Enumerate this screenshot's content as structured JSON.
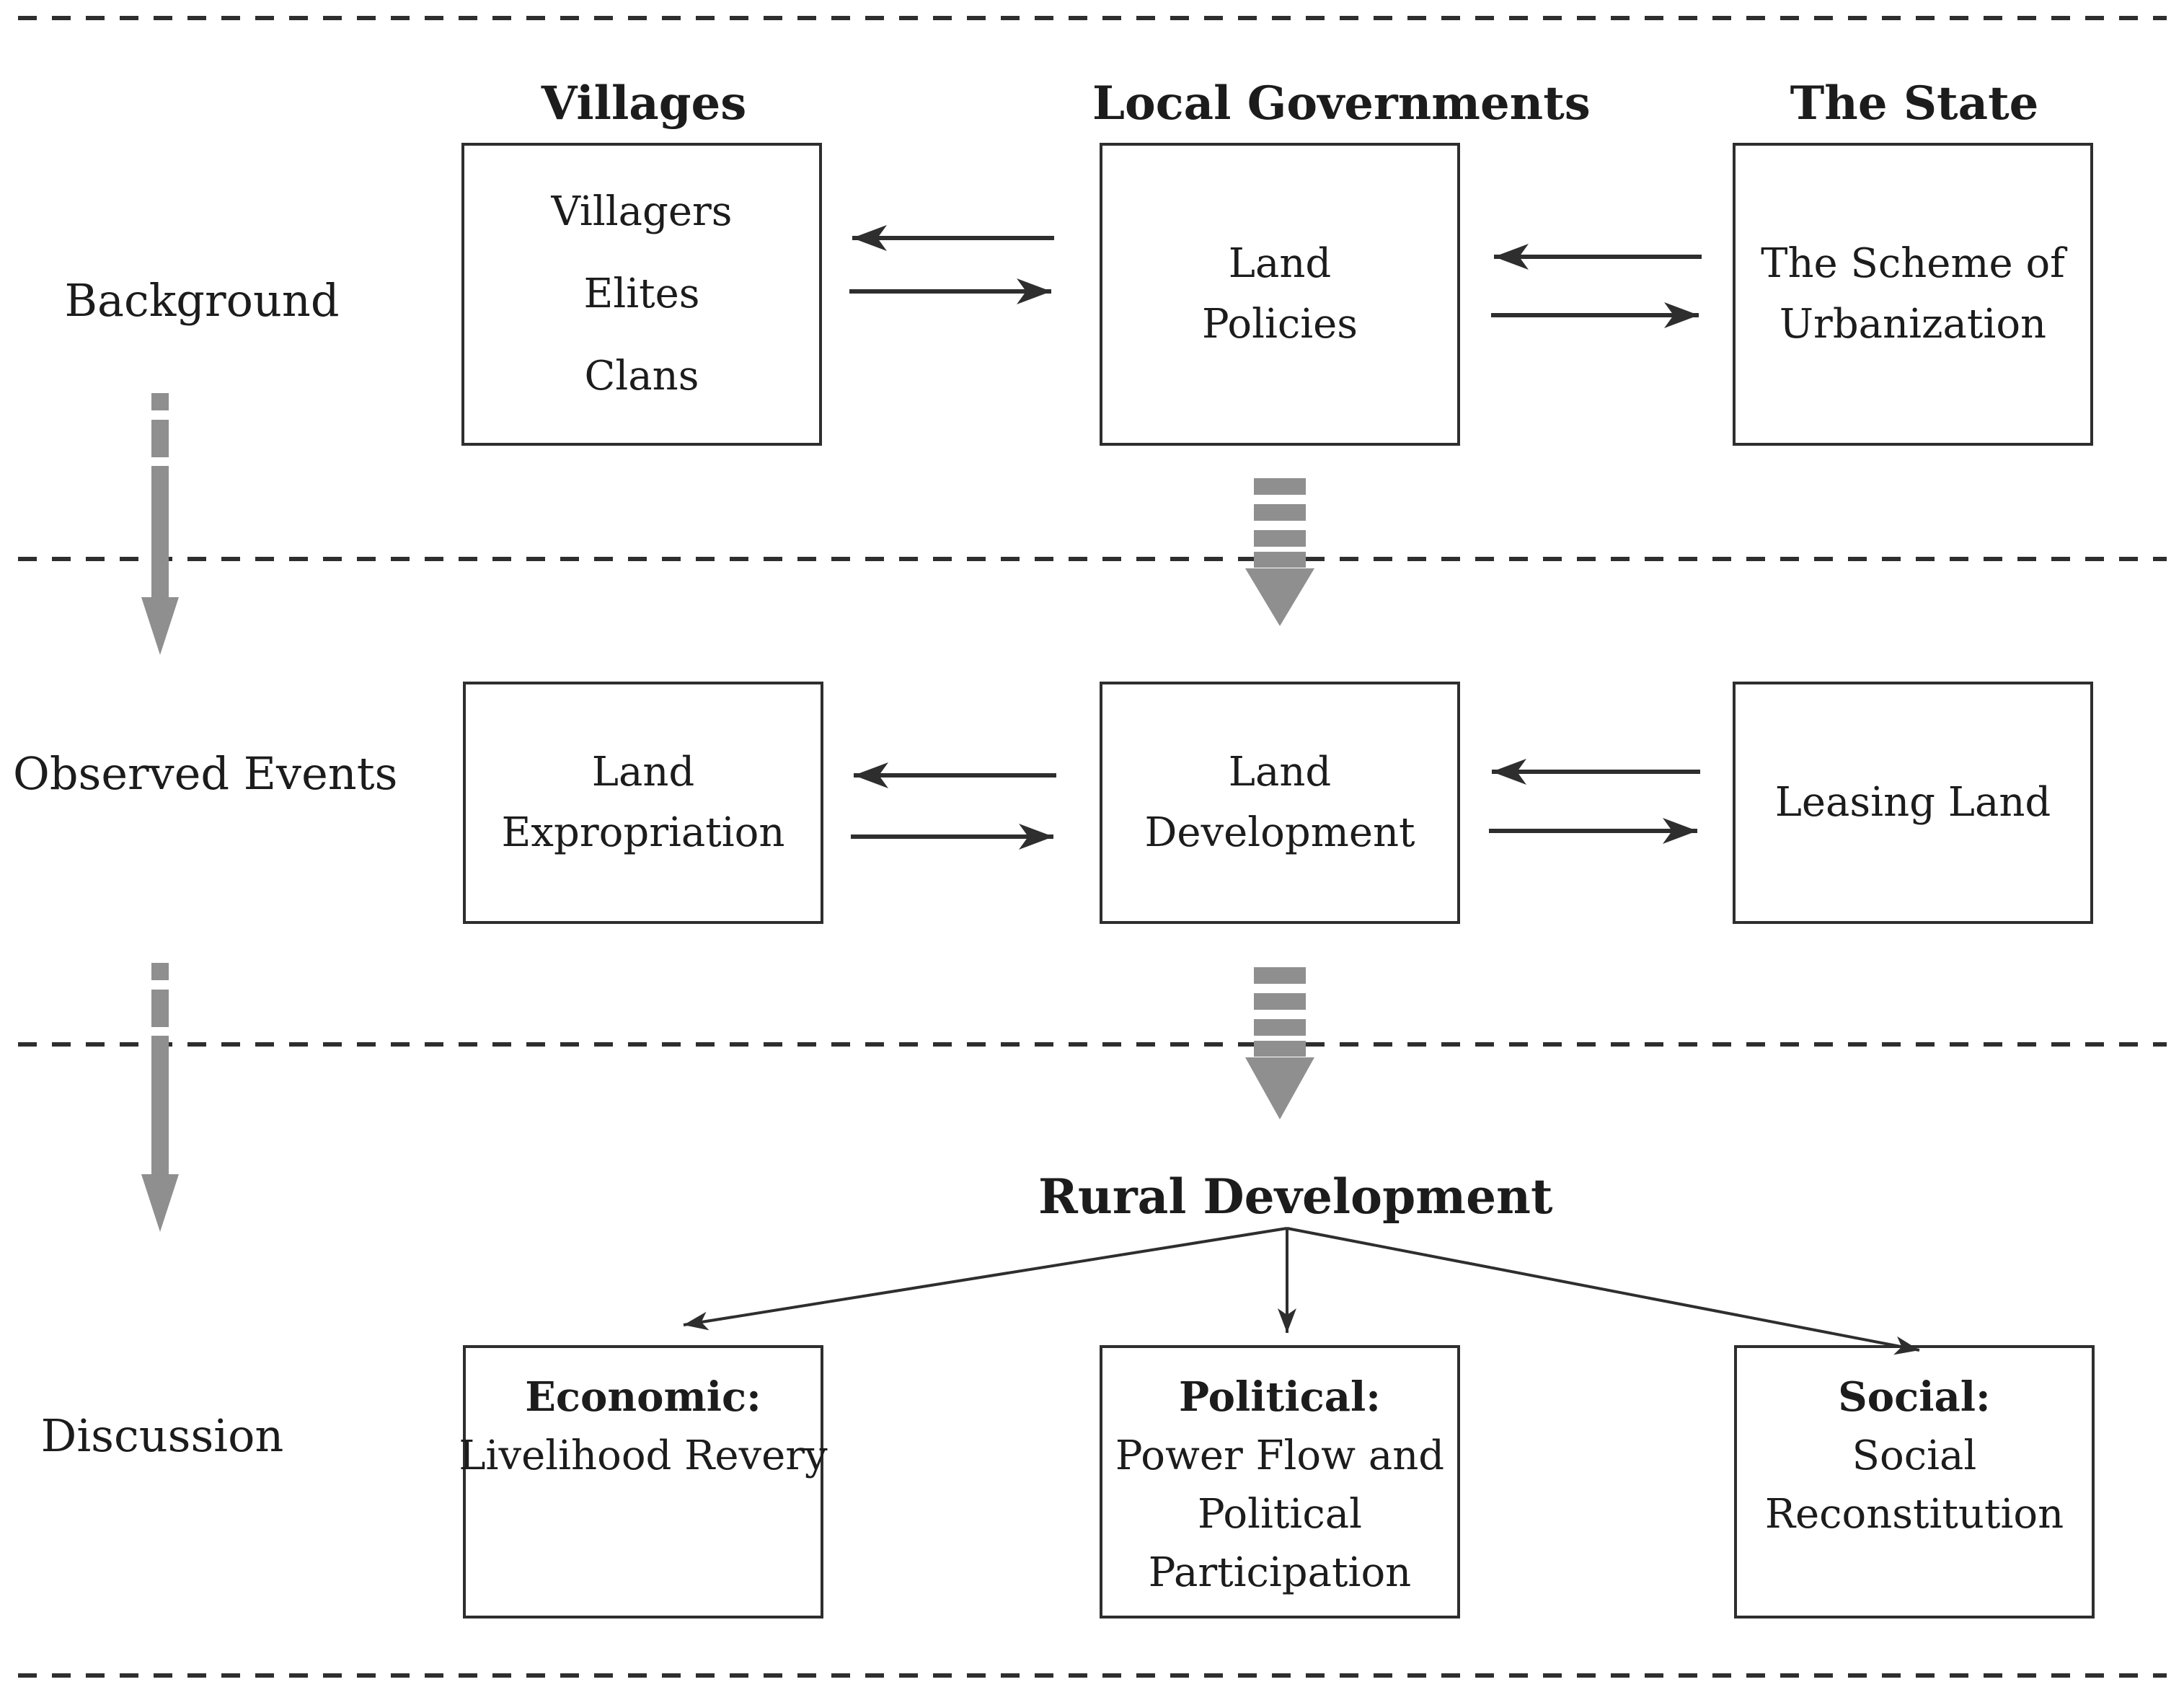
{
  "left_labels": {
    "background": "Background",
    "observed_line1": "Observed",
    "observed_line2": "Events",
    "discussion": "Discussion"
  },
  "column_headers": [
    "Villages",
    "Local Governments",
    "The State"
  ],
  "title": "Rural Development",
  "boxes": {
    "villages": {
      "lines": [
        "Villagers",
        "Elites",
        "Clans"
      ]
    },
    "land_policies": {
      "lines": [
        "Land",
        "Policies"
      ]
    },
    "scheme_of_urbanization": {
      "lines": [
        "The Scheme of",
        "Urbanization"
      ]
    },
    "land_expropriation": {
      "lines": [
        "Land",
        "Expropriation"
      ]
    },
    "land_development": {
      "lines": [
        "Land",
        "Development"
      ]
    },
    "leasing_land": {
      "lines": [
        "Leasing Land"
      ]
    },
    "economic": {
      "heading": "Economic:",
      "lines": [
        "Livelihood Revery"
      ]
    },
    "political": {
      "heading": "Political:",
      "lines": [
        "Power Flow and",
        "Political",
        "Participation"
      ]
    },
    "social": {
      "heading": "Social:",
      "lines": [
        "Social",
        "Reconstitution"
      ]
    }
  },
  "colors": {
    "text_color": "#1c1c1c",
    "line_black": "#2e2e2e",
    "arrow_gray": "#8f8f8f"
  }
}
